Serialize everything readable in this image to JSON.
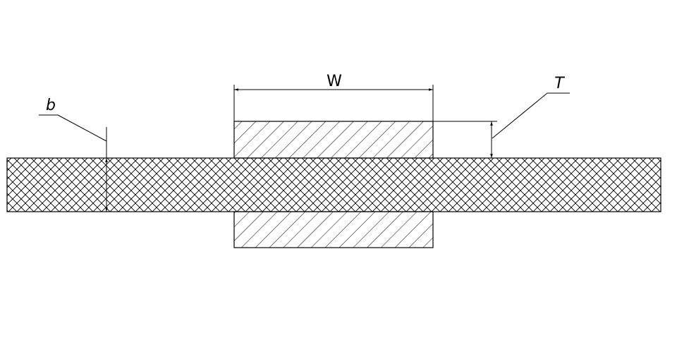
{
  "labels": {
    "width": "W",
    "thickness": "T",
    "core_thickness": "b"
  },
  "colors": {
    "stroke": "#000000",
    "background": "#ffffff"
  }
}
